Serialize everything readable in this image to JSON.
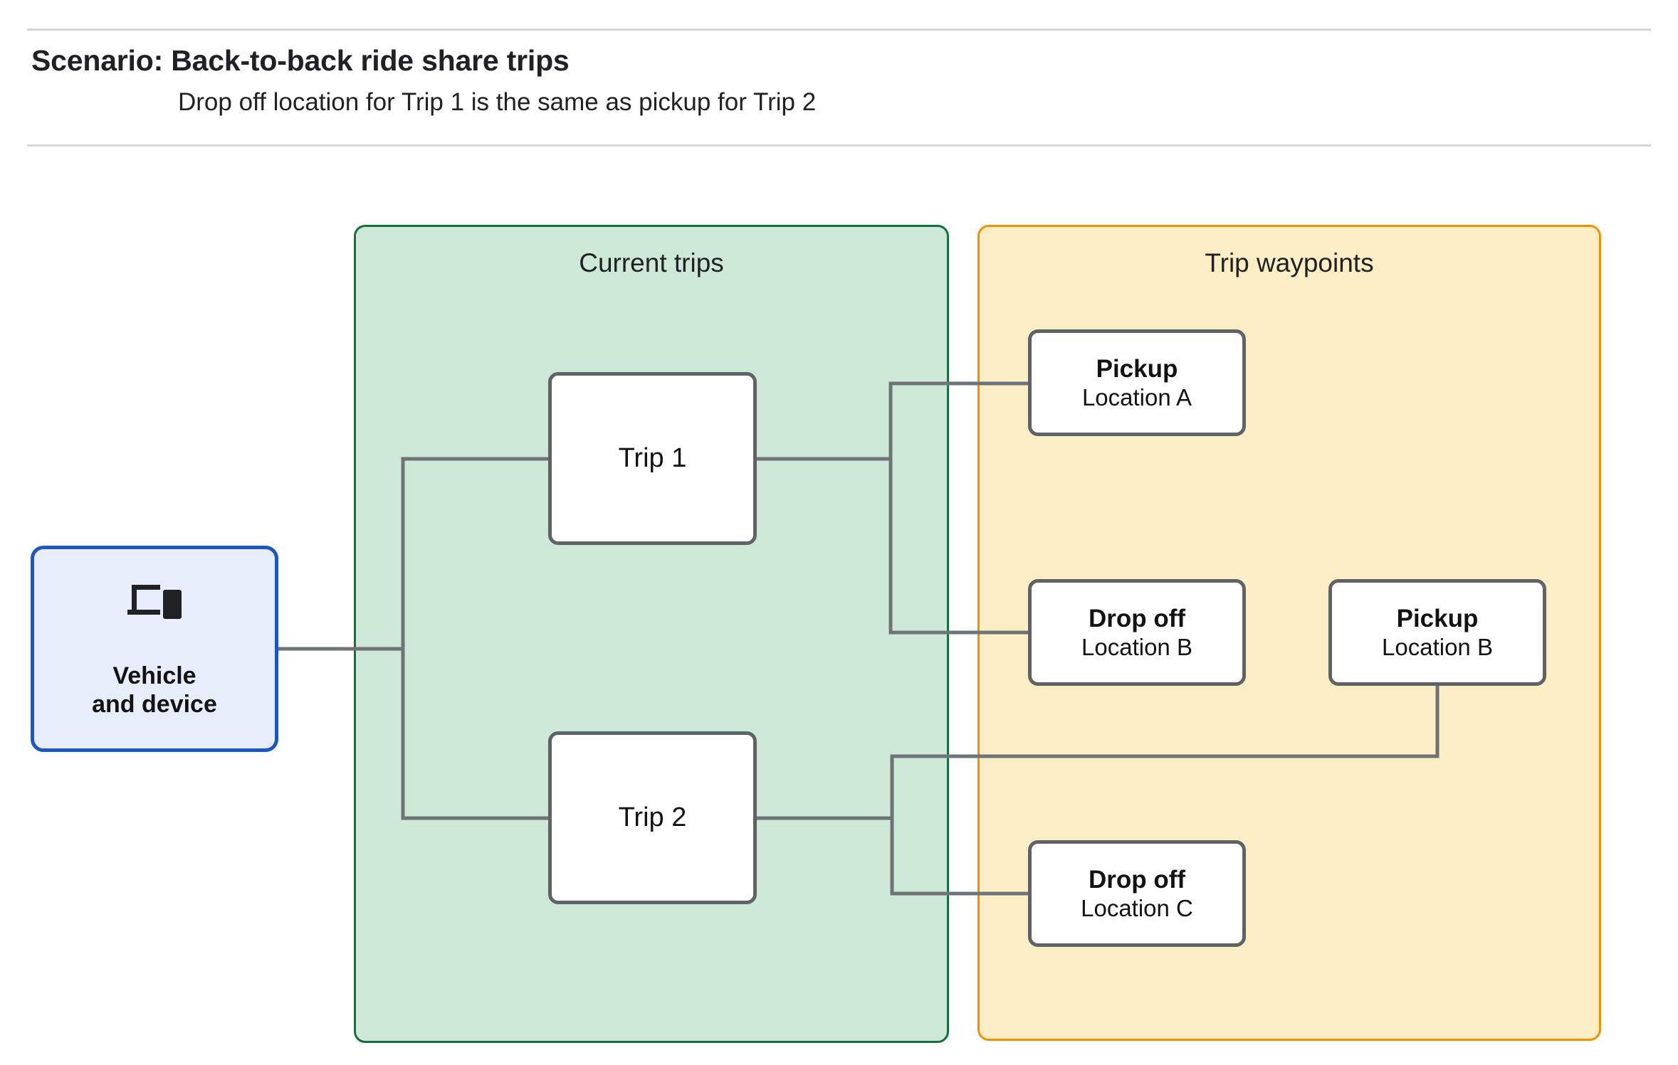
{
  "header": {
    "title": "Scenario: Back-to-back ride share trips",
    "subtitle": "Drop off  location for Trip 1 is the same as pickup for Trip 2"
  },
  "panels": {
    "current_trips": {
      "title": "Current trips",
      "fill": "#cee8d7",
      "border": "#17703a"
    },
    "trip_waypoints": {
      "title": "Trip waypoints",
      "fill": "#fceec4",
      "border": "#f29100"
    }
  },
  "nodes": {
    "vehicle": {
      "line1": "Vehicle",
      "line2": "and device",
      "icon": "devices-icon",
      "fill": "#e8edfb",
      "border": "#1a56c4"
    },
    "trip1": {
      "title": "Trip 1"
    },
    "trip2": {
      "title": "Trip 2"
    },
    "pickup_a": {
      "title": "Pickup",
      "subtitle": "Location A"
    },
    "dropoff_b": {
      "title": "Drop off",
      "subtitle": "Location B"
    },
    "pickup_b": {
      "title": "Pickup",
      "subtitle": "Location B"
    },
    "dropoff_c": {
      "title": "Drop off",
      "subtitle": "Location C"
    }
  },
  "edges": [
    {
      "from": "vehicle",
      "to": "trip1"
    },
    {
      "from": "vehicle",
      "to": "trip2"
    },
    {
      "from": "trip1",
      "to": "pickup_a"
    },
    {
      "from": "trip1",
      "to": "dropoff_b"
    },
    {
      "from": "trip2",
      "to": "pickup_b"
    },
    {
      "from": "trip2",
      "to": "dropoff_c"
    }
  ],
  "colors": {
    "connector": "#6e7377",
    "node_border": "#5f6368",
    "rule": "#d7d7d7",
    "background": "#ffffff"
  }
}
